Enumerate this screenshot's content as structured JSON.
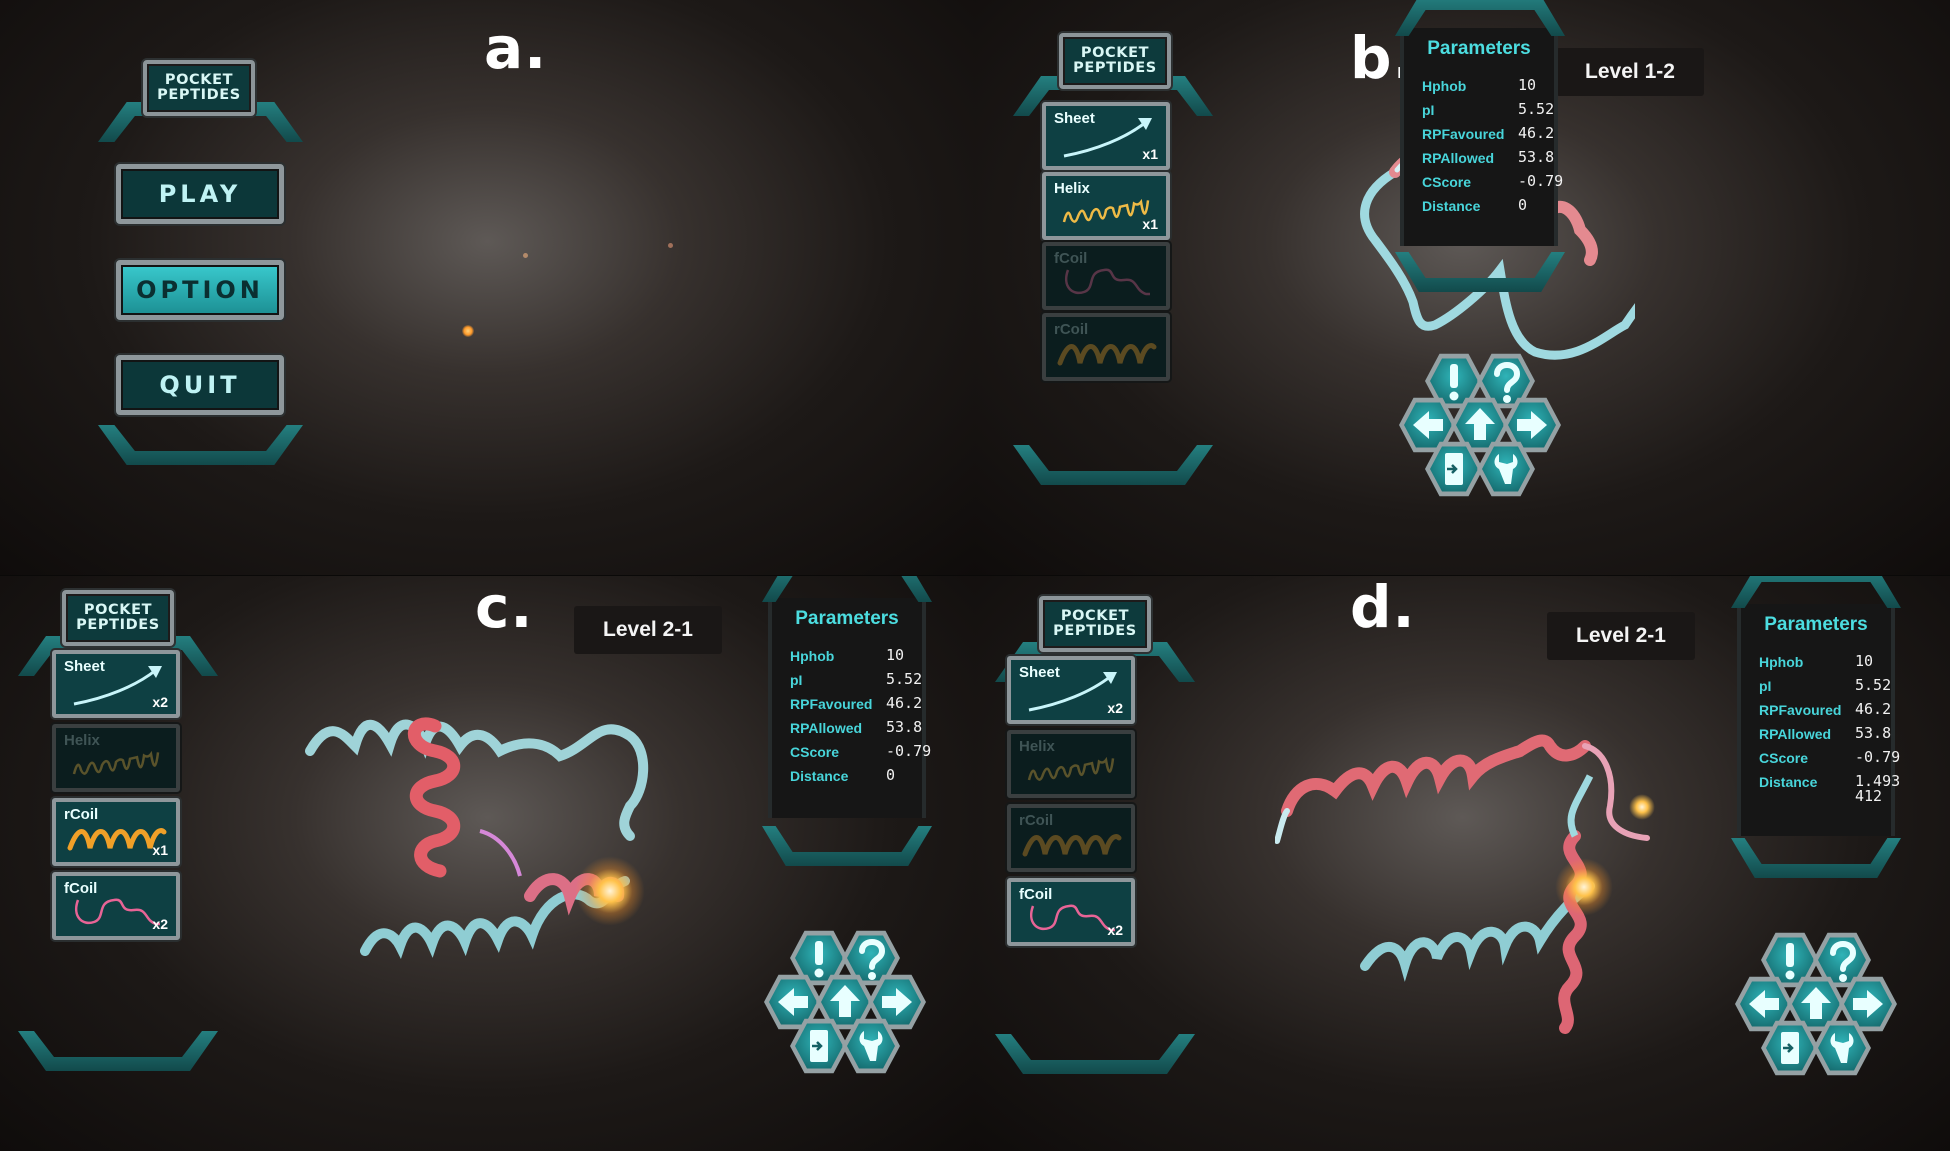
{
  "panels": {
    "a": {
      "letter": "a."
    },
    "b": {
      "letter": "b.",
      "level": "Level 1-2"
    },
    "c": {
      "letter": "c.",
      "level": "Level 2-1"
    },
    "d": {
      "letter": "d.",
      "level": "Level 2-1"
    }
  },
  "logo": {
    "line1": "POCKET",
    "line2": "PEPTIDES"
  },
  "main_menu": {
    "play": "PLAY",
    "option": "OPTION",
    "quit": "QUIT"
  },
  "tools": {
    "b": [
      {
        "name": "Sheet",
        "count": "x1",
        "enabled": true
      },
      {
        "name": "Helix",
        "count": "x1",
        "enabled": true
      },
      {
        "name": "fCoil",
        "count": "",
        "enabled": false
      },
      {
        "name": "rCoil",
        "count": "",
        "enabled": false
      }
    ],
    "c": [
      {
        "name": "Sheet",
        "count": "x2",
        "enabled": true
      },
      {
        "name": "Helix",
        "count": "",
        "enabled": false
      },
      {
        "name": "rCoil",
        "count": "x1",
        "enabled": true
      },
      {
        "name": "fCoil",
        "count": "x2",
        "enabled": true
      }
    ],
    "d": [
      {
        "name": "Sheet",
        "count": "x2",
        "enabled": true
      },
      {
        "name": "Helix",
        "count": "",
        "enabled": false
      },
      {
        "name": "rCoil",
        "count": "",
        "enabled": false
      },
      {
        "name": "fCoil",
        "count": "x2",
        "enabled": true
      }
    ]
  },
  "parameters": {
    "title": "Parameters",
    "labels": {
      "hphob": "Hphob",
      "pi": "pI",
      "rpfavoured": "RPFavoured",
      "rpallowed": "RPAllowed",
      "cscore": "CScore",
      "distance": "Distance"
    },
    "b": {
      "hphob": "10",
      "pi": "5.52",
      "rpfavoured": "46.2",
      "rpallowed": "53.8",
      "cscore": "-0.79",
      "distance": "0"
    },
    "c": {
      "hphob": "10",
      "pi": "5.52",
      "rpfavoured": "46.2",
      "rpallowed": "53.8",
      "cscore": "-0.79",
      "distance": "0"
    },
    "d": {
      "hphob": "10",
      "pi": "5.52",
      "rpfavoured": "46.2",
      "rpallowed": "53.8",
      "cscore": "-0.79",
      "distance": "1.493\n412"
    }
  },
  "controls": [
    "alert-icon",
    "help-icon",
    "arrow-left-icon",
    "arrow-up-icon",
    "arrow-right-icon",
    "exit-door-icon",
    "wrench-icon"
  ],
  "colors": {
    "teal_accent": "#4cdde0",
    "helix_red": "#e0606a",
    "ribbon_cyan": "#9fd9e0",
    "glow": "#ffb23a"
  }
}
